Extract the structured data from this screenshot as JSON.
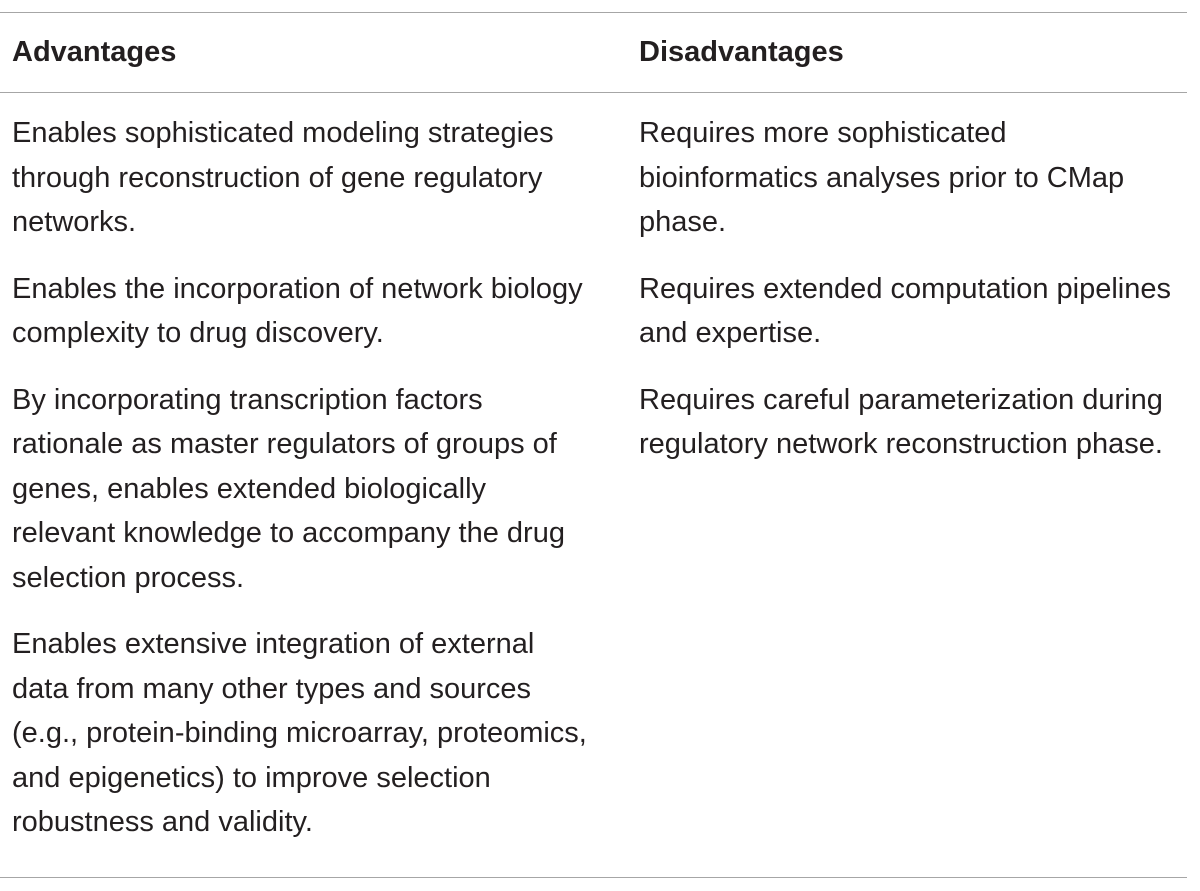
{
  "table": {
    "headers": [
      "Advantages",
      "Disadvantages"
    ],
    "rows": [
      {
        "advantage": "Enables sophisticated modeling strategies through reconstruction of gene regulatory networks.",
        "disadvantage": "Requires more sophisticated bioinformatics analyses prior to CMap phase."
      },
      {
        "advantage": "Enables the incorporation of network biology complexity to drug discovery.",
        "disadvantage": "Requires extended computation pipelines and expertise."
      },
      {
        "advantage": "By incorporating transcription factors rationale as master regulators of groups of genes, enables extended biologically relevant knowledge to accompany the drug selection process.",
        "disadvantage": "Requires careful parameterization during regulatory network reconstruction phase."
      },
      {
        "advantage": "Enables extensive integration of external data from many other types and sources (e.g., protein-binding microarray, proteomics, and epigenetics) to improve selection robustness and validity.",
        "disadvantage": ""
      }
    ]
  }
}
